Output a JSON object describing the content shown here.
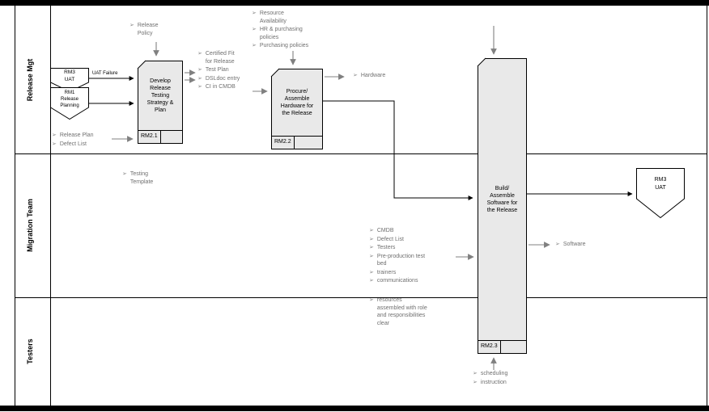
{
  "icons": {
    "list_bullet": "➢"
  },
  "colors": {
    "box_fill": "#e9e9e9",
    "line_gray": "#808080",
    "text_gray": "#707070",
    "frame": "#000000"
  },
  "lanes": {
    "release_mgt": "Release Mgt",
    "migration_team": "Migration Team",
    "testers": "Testers"
  },
  "connectors": {
    "uat_top": "RM3\nUAT",
    "release_planning": "RM1\nRelease\nPlanning",
    "uat_right": "RM3\nUAT"
  },
  "processes": {
    "develop": {
      "title": "Develop\nRelease\nTesting\nStrategy &\nPlan",
      "tag": "RM2.1"
    },
    "procure": {
      "title": "Procure/\nAssemble\nHardware for\nthe Release",
      "tag": "RM2.2"
    },
    "build": {
      "title": "Build/\nAssemble\nSoftware for\nthe Release",
      "tag": "RM2.3"
    }
  },
  "flow_labels": {
    "uat_failure": "UAT Failure"
  },
  "lists": {
    "release_policy": [
      "Release\nPolicy"
    ],
    "procure_inputs": [
      "Resource\nAvailability",
      "HR & purchasing\npolicies",
      "Purchasing policies"
    ],
    "develop_outputs": [
      "Certified Fit\nfor Release",
      "Test Plan",
      "DSLdoc entry",
      "CI in  CMDB"
    ],
    "hardware_output": [
      "Hardware"
    ],
    "develop_inputs": [
      "Release Plan",
      "Defect List"
    ],
    "testing_template": [
      "Testing\nTemplate"
    ],
    "build_inputs": [
      "CMDB",
      "Defect List",
      "Testers",
      "Pre-production test\nbed",
      "trainers",
      "communications"
    ],
    "software_output": [
      "Software"
    ],
    "testers_note": [
      "resources\nassembled with role\nand responsibilities\nclear"
    ],
    "schedule_inputs": [
      "scheduling",
      "instruction"
    ]
  }
}
